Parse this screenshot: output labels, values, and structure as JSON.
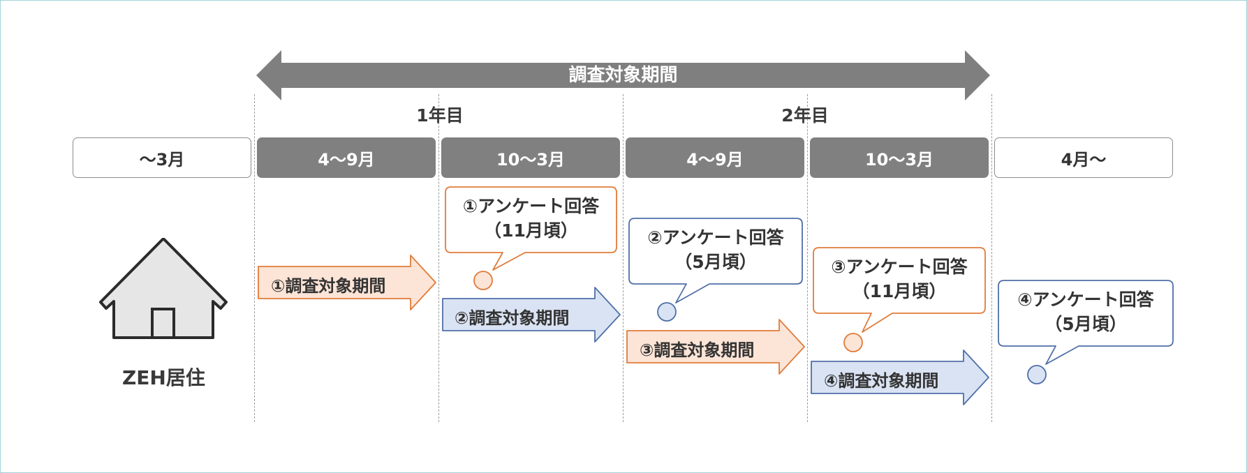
{
  "survey_period_label": "調査対象期間",
  "years": [
    "1年目",
    "2年目"
  ],
  "periods": [
    "〜3月",
    "4〜9月",
    "10〜3月",
    "4〜9月",
    "10〜3月",
    "4月〜"
  ],
  "subject_label": "ZEH居住",
  "survey_periods": [
    "①調査対象期間",
    "②調査対象期間",
    "③調査対象期間",
    "④調査対象期間"
  ],
  "questionnaires": [
    {
      "title": "①アンケート回答",
      "timing": "（11月頃）"
    },
    {
      "title": "②アンケート回答",
      "timing": "（5月頃）"
    },
    {
      "title": "③アンケート回答",
      "timing": "（11月頃）"
    },
    {
      "title": "④アンケート回答",
      "timing": "（5月頃）"
    }
  ],
  "colors": {
    "orange_fill": "#fce4d6",
    "orange_stroke": "#e07b39",
    "blue_fill": "#dae3f3",
    "blue_stroke": "#4f6fa8",
    "gray": "#7f7f7f",
    "house_fill": "#e6e6e6"
  },
  "icons": [
    "house-icon"
  ]
}
